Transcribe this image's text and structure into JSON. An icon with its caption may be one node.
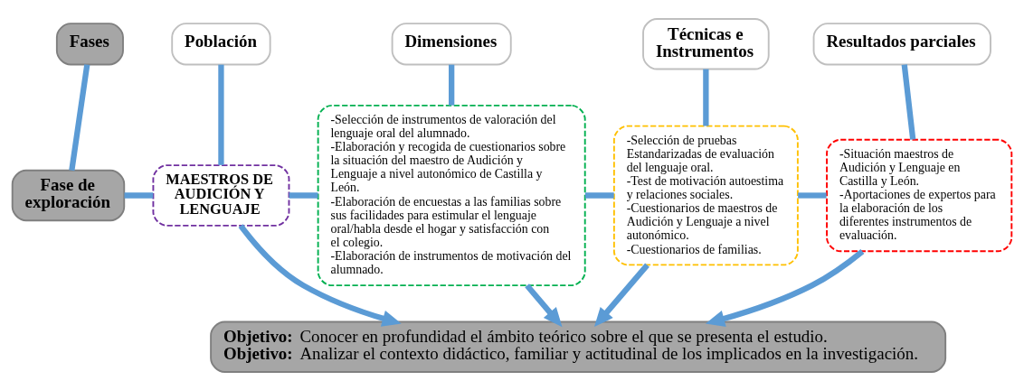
{
  "diagram": {
    "nodes": [
      {
        "text": [
          "Fases"
        ]
      },
      {
        "text": [
          "Población"
        ]
      },
      {
        "text": [
          "Dimensiones"
        ]
      },
      {
        "text": [
          "Técnicas e Instrumentos"
        ]
      },
      {
        "text": [
          "Resultados parciales"
        ]
      },
      {
        "text": [
          "Fase de exploración"
        ]
      },
      {
        "text": [
          "MAESTROS DE AUDICIÓN Y LENGUAJE"
        ]
      },
      {
        "text": [
          "-Selección de instrumentos de valoración del lenguaje oral del alumnado.",
          "-Elaboración y recogida de cuestionarios sobre la situación del maestro de Audición y Lenguaje a nivel autonómico de Castilla y León.",
          "-Elaboración de encuestas a las familias sobre sus facilidades para estimular el lenguaje oral/habla desde el hogar y satisfacción con el colegio.",
          "-Elaboración de instrumentos de motivación del alumnado."
        ]
      },
      {
        "text": [
          "-Selección de pruebas Estandarizadas de evaluación del lenguaje oral.",
          "-Test de motivación autoestima y relaciones sociales.",
          "-Cuestionarios de maestros de Audición y Lenguaje a nivel autonómico.",
          "-Cuestionarios de familias."
        ]
      },
      {
        "text": [
          "-Situación maestros de Audición y Lenguaje en Castilla y León.",
          "-Aportaciones de expertos para la elaboración de los diferentes instrumentos de evaluación."
        ]
      },
      {
        "text": [
          "**Objetivo:** Conocer en profundidad el ámbito teórico sobre el que se presenta el estudio.",
          "**Objetivo:** Analizar el contexto didáctico, familiar y actitudinal de los implicados en la investigación."
        ]
      }
    ],
    "edges": [
      {
        "from": 0,
        "to": 5,
        "arrow": "none"
      },
      {
        "from": 1,
        "to": 6,
        "arrow": "none"
      },
      {
        "from": 2,
        "to": 7,
        "arrow": "none"
      },
      {
        "from": 3,
        "to": 8,
        "arrow": "none"
      },
      {
        "from": 4,
        "to": 9,
        "arrow": "none"
      },
      {
        "from": 5,
        "to": 6,
        "arrow": "none"
      },
      {
        "from": 6,
        "to": 7,
        "arrow": "none"
      },
      {
        "from": 7,
        "to": 8,
        "arrow": "none"
      },
      {
        "from": 8,
        "to": 9,
        "arrow": "none"
      },
      {
        "from": 6,
        "to": 10,
        "arrow": "to"
      },
      {
        "from": 7,
        "to": 10,
        "arrow": "to"
      },
      {
        "from": 8,
        "to": 10,
        "arrow": "to"
      },
      {
        "from": 9,
        "to": 10,
        "arrow": "to"
      }
    ]
  }
}
